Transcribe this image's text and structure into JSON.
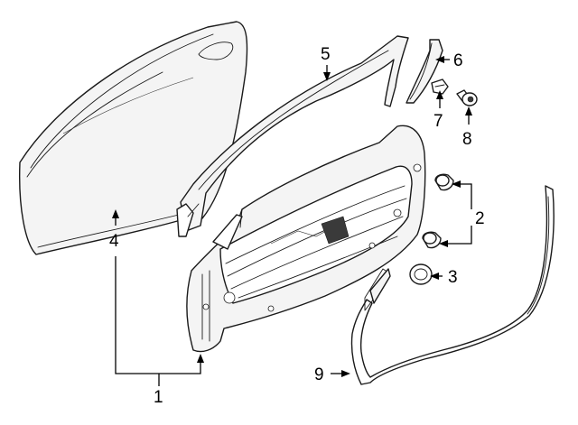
{
  "callouts": [
    {
      "id": "1",
      "label": "1"
    },
    {
      "id": "2",
      "label": "2"
    },
    {
      "id": "3",
      "label": "3"
    },
    {
      "id": "4",
      "label": "4"
    },
    {
      "id": "5",
      "label": "5"
    },
    {
      "id": "6",
      "label": "6"
    },
    {
      "id": "7",
      "label": "7"
    },
    {
      "id": "8",
      "label": "8"
    },
    {
      "id": "9",
      "label": "9"
    }
  ],
  "parts": [
    {
      "callout": "4",
      "icon": "outer-door-skin"
    },
    {
      "callout": "5",
      "icon": "window-frame"
    },
    {
      "callout": "1",
      "icon": "door-shell"
    },
    {
      "callout": "6",
      "icon": "frame-trim-strip"
    },
    {
      "callout": "7",
      "icon": "clip"
    },
    {
      "callout": "8",
      "icon": "bolt"
    },
    {
      "callout": "2",
      "icon": "stop-bumper"
    },
    {
      "callout": "3",
      "icon": "hole-plug"
    },
    {
      "callout": "9",
      "icon": "weatherstrip"
    }
  ]
}
